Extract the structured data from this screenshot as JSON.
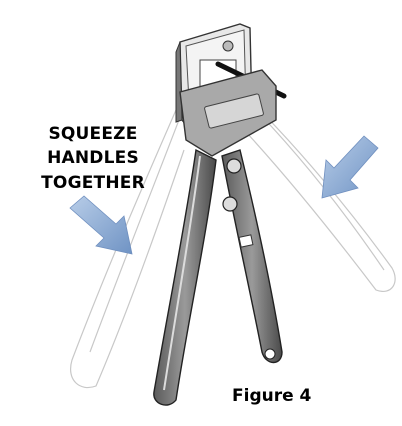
{
  "instruction": {
    "lines": [
      "SQUEEZE",
      "HANDLES",
      "TOGETHER"
    ]
  },
  "figure": {
    "caption": "Figure 4",
    "subject": "crimping-tool",
    "arrow_color": "#8fb0d8"
  }
}
